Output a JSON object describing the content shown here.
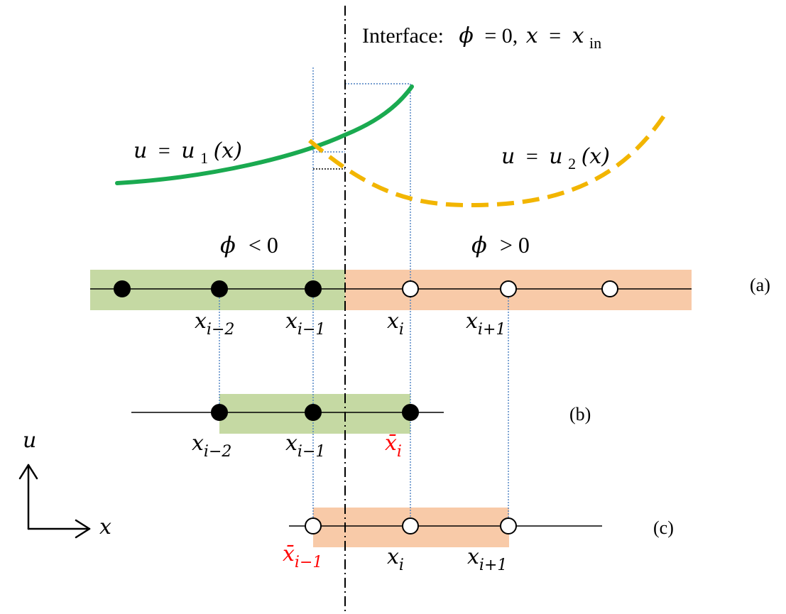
{
  "interface_label": {
    "prefix": "Interface:",
    "phi": "ϕ",
    "eq0": "= 0,",
    "x": "x",
    "eq": "=",
    "x2": "x",
    "sub": "in"
  },
  "curves": {
    "u1": {
      "u": "u",
      "eq": "=",
      "f": "u",
      "sub": "1",
      "arg": "(x)",
      "color": "#1aaa50"
    },
    "u2": {
      "u": "u",
      "eq": "=",
      "f": "u",
      "sub": "2",
      "arg": "(x)",
      "color": "#f2b500"
    }
  },
  "regions": {
    "neg": {
      "phi": "ϕ",
      "rel": "< 0",
      "color": "#c5d9a3"
    },
    "pos": {
      "phi": "ϕ",
      "rel": "> 0",
      "color": "#f8caa8"
    }
  },
  "row_a": {
    "tag": "(a)",
    "labels": [
      {
        "base": "x",
        "sub": "i−2"
      },
      {
        "base": "x",
        "sub": "i−1"
      },
      {
        "base": "x",
        "sub": "i"
      },
      {
        "base": "x",
        "sub": "i+1"
      }
    ]
  },
  "row_b": {
    "tag": "(b)",
    "labels": [
      {
        "base": "x",
        "sub": "i−2"
      },
      {
        "base": "x",
        "sub": "i−1"
      },
      {
        "base": "x̄",
        "sub": "i"
      }
    ]
  },
  "row_c": {
    "tag": "(c)",
    "labels": [
      {
        "base": "x̄",
        "sub": "i−1"
      },
      {
        "base": "x",
        "sub": "i"
      },
      {
        "base": "x",
        "sub": "i+1"
      }
    ]
  },
  "axes": {
    "vertical": "u",
    "horizontal": "x"
  },
  "colors": {
    "accent_red": "#ff0000",
    "guide_blue": "#4a7fc1"
  }
}
